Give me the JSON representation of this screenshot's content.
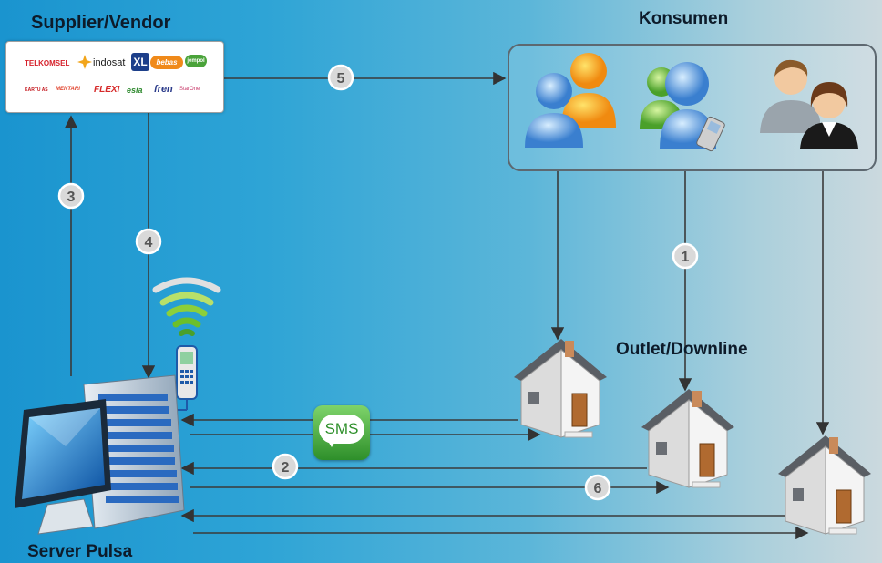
{
  "labels": {
    "supplier": "Supplier/Vendor",
    "consumer": "Konsumen",
    "outlet": "Outlet/Downline",
    "server": "Server Pulsa",
    "sms": "SMS"
  },
  "brands": [
    {
      "name": "TELKOMSEL",
      "color": "#d6202a"
    },
    {
      "name": "indosat",
      "color": "#1a1a1a"
    },
    {
      "name": "XL",
      "color": "#1d3f8a"
    },
    {
      "name": "bebas",
      "color": "#f08a1a"
    },
    {
      "name": "jempol",
      "color": "#4aa33a"
    },
    {
      "name": "KARTU AS",
      "color": "#c4161c"
    },
    {
      "name": "MENTARI",
      "color": "#e0402a"
    },
    {
      "name": "FLEXI",
      "color": "#d62a2a"
    },
    {
      "name": "esia",
      "color": "#2f8a2f"
    },
    {
      "name": "fren",
      "color": "#2a3a8a"
    },
    {
      "name": "StarOne",
      "color": "#c83a6a"
    }
  ],
  "steps": [
    "1",
    "2",
    "3",
    "4",
    "5",
    "6"
  ],
  "colors": {
    "line": "#3a3a3a",
    "badge_fill": "#d9d9d9",
    "badge_text": "#555555",
    "sms_green": "#3aa23a"
  }
}
